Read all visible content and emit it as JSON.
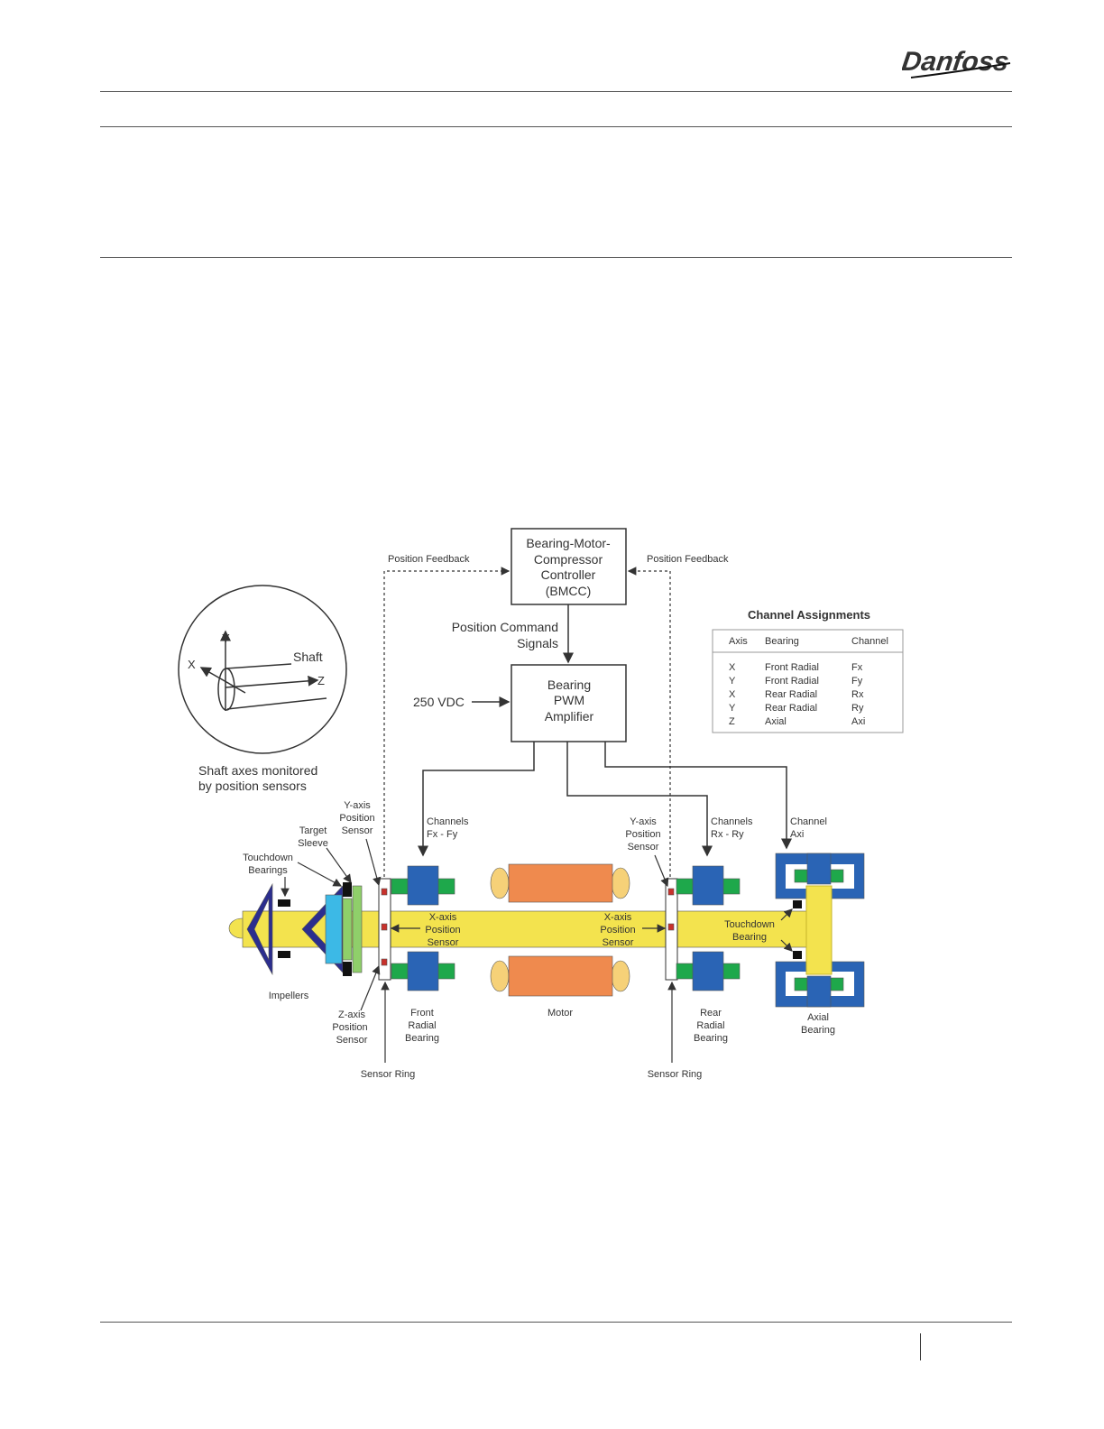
{
  "brand": {
    "logo_text": "Danfoss"
  },
  "colors": {
    "shaft": "#f3e34e",
    "bearing_blue": "#2a64b5",
    "bearing_green": "#1ea84b",
    "motor_orange": "#ef8a4e",
    "motor_end": "#f6d178",
    "impeller": "#2c2e8e",
    "sleeve_cyan": "#3cb9e6",
    "sleeve_green": "#8fcf6a",
    "sensor_red": "#c8312c"
  },
  "diagram": {
    "controller": {
      "line1": "Bearing-Motor-",
      "line2": "Compressor",
      "line3": "Controller",
      "line4": "(BMCC)"
    },
    "amplifier": {
      "line1": "Bearing",
      "line2": "PWM",
      "line3": "Amplifier"
    },
    "feedback_left": "Position Feedback",
    "feedback_right": "Position Feedback",
    "command": {
      "line1": "Position Command",
      "line2": "Signals"
    },
    "vdc": "250 VDC",
    "axes": {
      "y": "Y",
      "x": "X",
      "z": "Z",
      "shaft": "Shaft",
      "caption1": "Shaft axes monitored",
      "caption2": "by position sensors"
    },
    "channels_front": {
      "line1": "Channels",
      "line2": "Fx - Fy"
    },
    "channels_rear": {
      "line1": "Channels",
      "line2": "Rx - Ry"
    },
    "channel_axial": {
      "line1": "Channel",
      "line2": "Axi"
    },
    "y_sensor_front": {
      "line1": "Y-axis",
      "line2": "Position",
      "line3": "Sensor"
    },
    "y_sensor_rear": {
      "line1": "Y-axis",
      "line2": "Position",
      "line3": "Sensor"
    },
    "target_sleeve": {
      "line1": "Target",
      "line2": "Sleeve"
    },
    "touchdown_front": {
      "line1": "Touchdown",
      "line2": "Bearings"
    },
    "x_sensor_front": {
      "line1": "X-axis",
      "line2": "Position",
      "line3": "Sensor"
    },
    "x_sensor_rear": {
      "line1": "X-axis",
      "line2": "Position",
      "line3": "Sensor"
    },
    "touchdown_rear": {
      "line1": "Touchdown",
      "line2": "Bearing"
    },
    "impellers": "Impellers",
    "z_sensor": {
      "line1": "Z-axis",
      "line2": "Position",
      "line3": "Sensor"
    },
    "front_bearing": {
      "line1": "Front",
      "line2": "Radial",
      "line3": "Bearing"
    },
    "motor": "Motor",
    "rear_bearing": {
      "line1": "Rear",
      "line2": "Radial",
      "line3": "Bearing"
    },
    "axial_bearing": {
      "line1": "Axial",
      "line2": "Bearing"
    },
    "sensor_ring_front": "Sensor Ring",
    "sensor_ring_rear": "Sensor Ring"
  },
  "channel_table": {
    "title": "Channel Assignments",
    "headers": [
      "Axis",
      "Bearing",
      "Channel"
    ],
    "rows": [
      [
        "X",
        "Front Radial",
        "Fx"
      ],
      [
        "Y",
        "Front Radial",
        "Fy"
      ],
      [
        "X",
        "Rear Radial",
        "Rx"
      ],
      [
        "Y",
        "Rear Radial",
        "Ry"
      ],
      [
        "Z",
        "Axial",
        "Axi"
      ]
    ]
  }
}
